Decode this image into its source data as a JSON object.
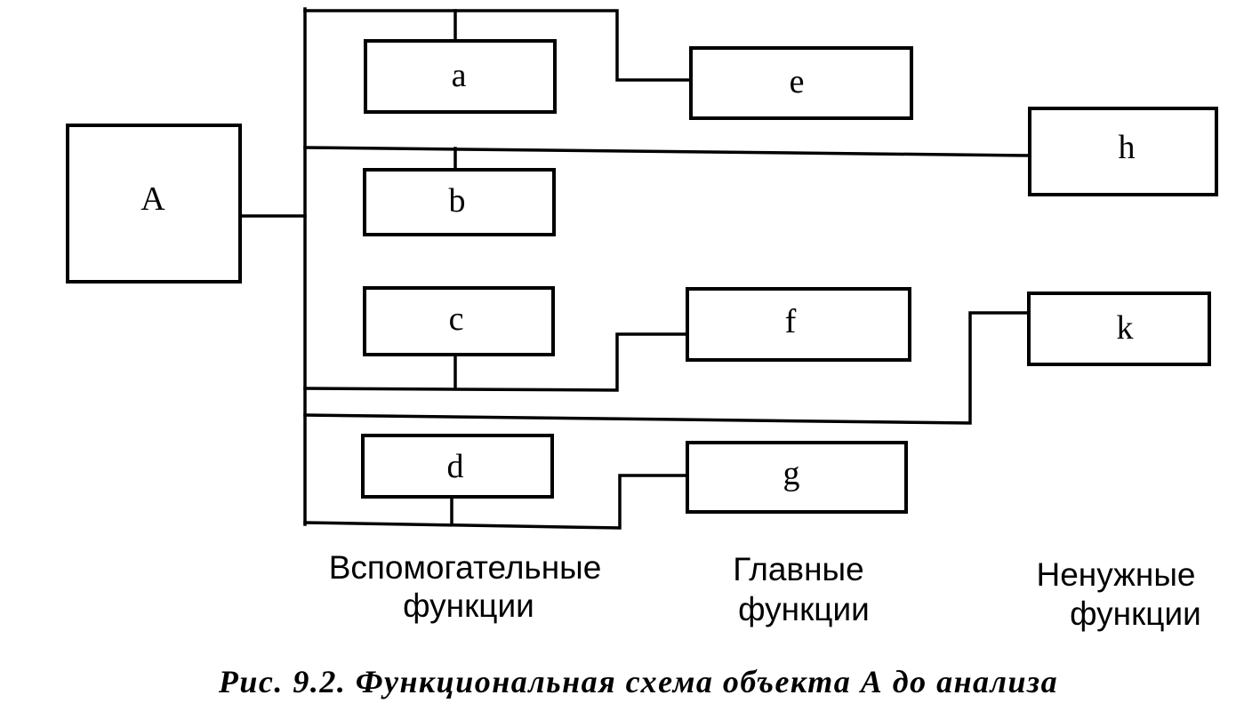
{
  "diagram": {
    "nodes": {
      "A": "A",
      "a": "a",
      "b": "b",
      "c": "c",
      "d": "d",
      "e": "e",
      "f": "f",
      "g": "g",
      "h": "h",
      "k": "k"
    },
    "groups": {
      "auxiliary": {
        "line1": "Вспомогательные",
        "line2": "функции"
      },
      "main": {
        "line1": "Главные",
        "line2": "функции"
      },
      "unnecessary": {
        "line1": "Ненужные",
        "line2": "функции"
      }
    },
    "caption": "Рис. 9.2. Функциональная схема объекта А до анализа"
  }
}
